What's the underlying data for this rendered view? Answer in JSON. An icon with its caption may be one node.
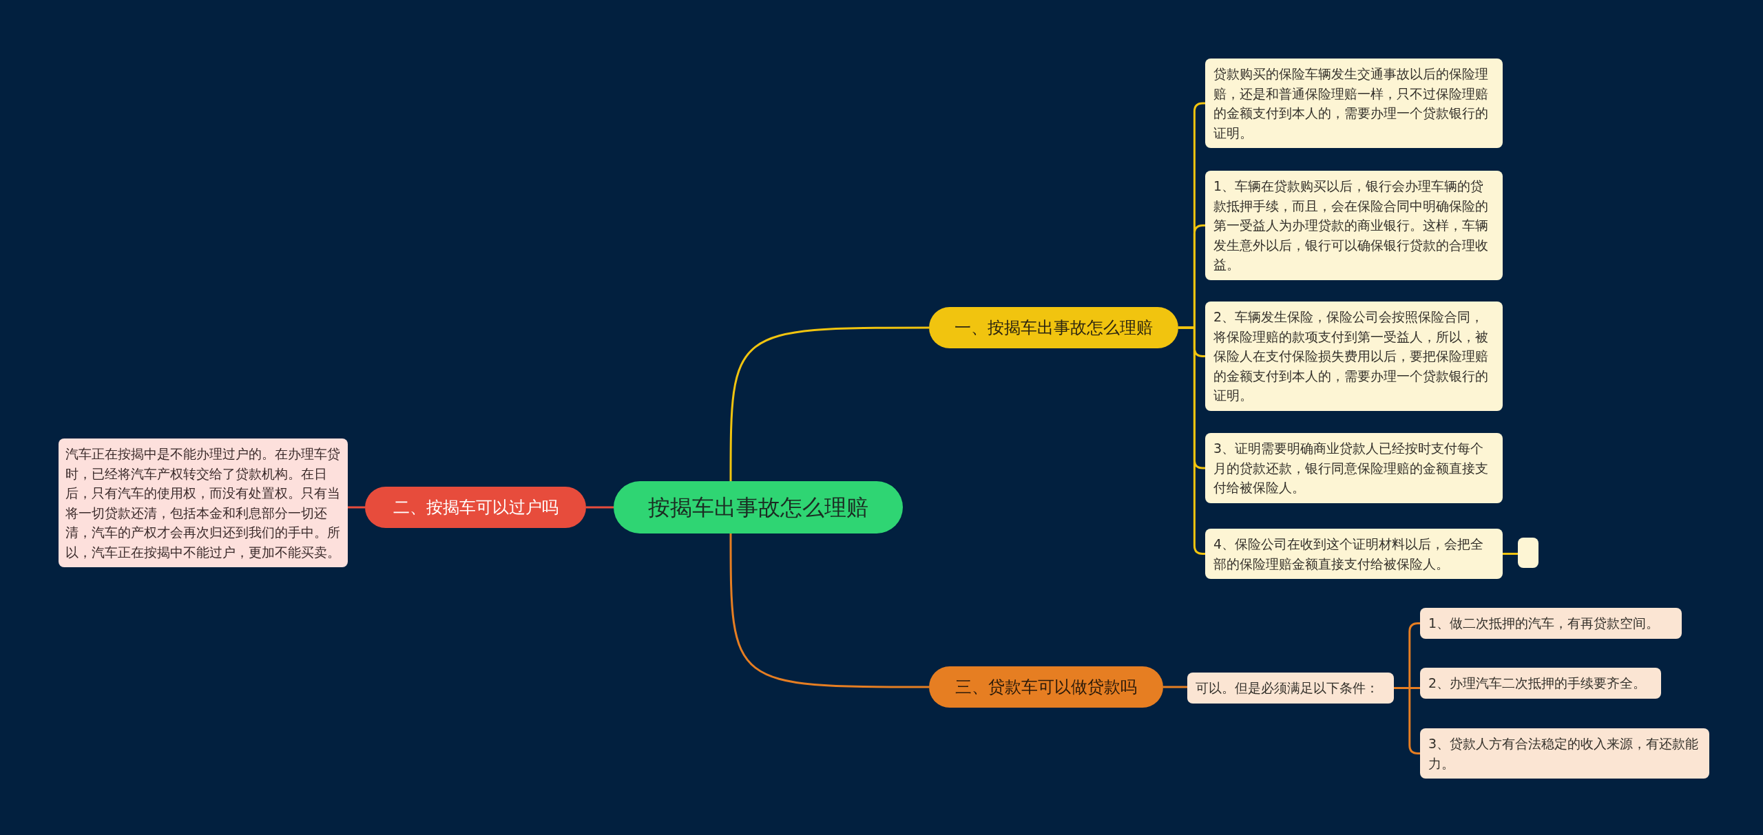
{
  "diagram": {
    "nodes": [
      {
        "text": [
          "按揭车出事故怎么理赔"
        ]
      },
      {
        "text": [
          "一、按揭车出事故怎么理赔"
        ]
      },
      {
        "text": [
          "贷款购买的保险车辆发生交通事故以后的保险理赔，还是和普通保险理赔一样，只不过保险理赔的金额支付到本人的，需要办理一个贷款银行的证明。"
        ]
      },
      {
        "text": [
          "1、车辆在贷款购买以后，银行会办理车辆的贷款抵押手续，而且，会在保险合同中明确保险的第一受益人为办理贷款的商业银行。这样，车辆发生意外以后，银行可以确保银行贷款的合理收益。"
        ]
      },
      {
        "text": [
          "2、车辆发生保险，保险公司会按照保险合同，将保险理赔的款项支付到第一受益人，所以，被保险人在支付保险损失费用以后，要把保险理赔的金额支付到本人的，需要办理一个贷款银行的证明。"
        ]
      },
      {
        "text": [
          "3、证明需要明确商业贷款人已经按时支付每个月的贷款还款，银行同意保险理赔的金额直接支付给被保险人。"
        ]
      },
      {
        "text": [
          "4、保险公司在收到这个证明材料以后，会把全部的保险理赔金额直接支付给被保险人。"
        ]
      },
      {
        "text": [],
        "shape": "box"
      },
      {
        "text": [
          "二、按揭车可以过户吗"
        ]
      },
      {
        "text": [
          "汽车正在按揭中是不能办理过户的。在办理车贷时，已经将汽车产权转交给了贷款机构。在日后，只有汽车的使用权，而没有处置权。只有当将一切贷款还清，包括本金和利息部分一切还清，汽车的产权才会再次归还到我们的手中。所以，汽车正在按揭中不能过户，更加不能买卖。"
        ]
      },
      {
        "text": [
          "三、贷款车可以做贷款吗"
        ]
      },
      {
        "text": [
          "可以。但是必须满足以下条件："
        ]
      },
      {
        "text": [
          "1、做二次抵押的汽车，有再贷款空间。"
        ]
      },
      {
        "text": [
          "2、办理汽车二次抵押的手续要齐全。"
        ]
      },
      {
        "text": [
          "3、贷款人方有合法稳定的收入来源，有还款能力。"
        ]
      }
    ],
    "edges": [
      {
        "from": 0,
        "to": 1,
        "arrow": "none"
      },
      {
        "from": 1,
        "to": 2,
        "arrow": "none"
      },
      {
        "from": 1,
        "to": 3,
        "arrow": "none"
      },
      {
        "from": 1,
        "to": 4,
        "arrow": "none"
      },
      {
        "from": 1,
        "to": 5,
        "arrow": "none"
      },
      {
        "from": 1,
        "to": 6,
        "arrow": "none"
      },
      {
        "from": 6,
        "to": 7,
        "arrow": "none"
      },
      {
        "from": 0,
        "to": 8,
        "arrow": "none",
        "color": "#e74c3c"
      },
      {
        "from": 8,
        "to": 9,
        "arrow": "none",
        "color": "#e74c3c"
      },
      {
        "from": 0,
        "to": 10,
        "arrow": "none",
        "color": "#e67e22"
      },
      {
        "from": 10,
        "to": 11,
        "arrow": "none",
        "color": "#e67e22"
      },
      {
        "from": 11,
        "to": 12,
        "arrow": "none",
        "color": "#e67e22"
      },
      {
        "from": 11,
        "to": 13,
        "arrow": "none",
        "color": "#e67e22"
      },
      {
        "from": 11,
        "to": 14,
        "arrow": "none",
        "color": "#e67e22"
      }
    ]
  }
}
